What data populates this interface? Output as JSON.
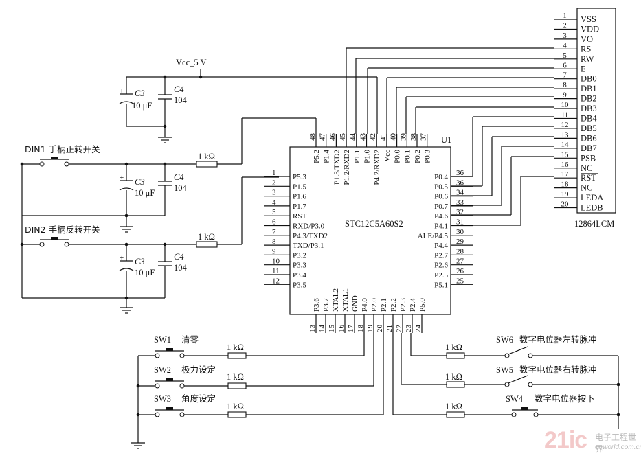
{
  "power": {
    "vcc_label": "Vcc_5 V"
  },
  "capacitors": {
    "top": {
      "c3_name": "C3",
      "c3_value": "10 μF",
      "c4_name": "C4",
      "c4_value": "104"
    },
    "din1": {
      "c3_name": "C3",
      "c3_value": "10 μF",
      "c4_name": "C4",
      "c4_value": "104"
    },
    "din2": {
      "c3_name": "C3",
      "c3_value": "10 μF",
      "c4_name": "C4",
      "c4_value": "104"
    }
  },
  "switches": {
    "din1": "DIN1 手柄正转开关",
    "din2": "DIN2 手柄反转开关",
    "sw1": {
      "name": "SW1",
      "desc": "清零"
    },
    "sw2": {
      "name": "SW2",
      "desc": "极力设定"
    },
    "sw3": {
      "name": "SW3",
      "desc": "角度设定"
    },
    "sw4": {
      "name": "SW4",
      "desc": "数字电位器按下"
    },
    "sw5": {
      "name": "SW5",
      "desc": "数字电位器右转脉冲"
    },
    "sw6": {
      "name": "SW6",
      "desc": "数字电位器左转脉冲"
    }
  },
  "resistor_label": "1 kΩ",
  "mcu": {
    "ref": "U1",
    "part": "STC12C5A60S2",
    "left_pins": [
      {
        "num": "1",
        "name": "P5.3"
      },
      {
        "num": "2",
        "name": "P1.5"
      },
      {
        "num": "3",
        "name": "P1.6"
      },
      {
        "num": "4",
        "name": "P1.7"
      },
      {
        "num": "5",
        "name": "RST"
      },
      {
        "num": "6",
        "name": "RXD/P3.0"
      },
      {
        "num": "7",
        "name": "P4.3/TXD2"
      },
      {
        "num": "8",
        "name": "TXD/P3.1"
      },
      {
        "num": "9",
        "name": "P3.2"
      },
      {
        "num": "10",
        "name": "P3.3"
      },
      {
        "num": "11",
        "name": "P3.4"
      },
      {
        "num": "12",
        "name": "P3.5"
      }
    ],
    "right_pins": [
      {
        "num": "36",
        "name": "P0.4"
      },
      {
        "num": "36",
        "name": "P0.5"
      },
      {
        "num": "34",
        "name": "P0.6"
      },
      {
        "num": "33",
        "name": "P0.7"
      },
      {
        "num": "32",
        "name": "P4.6"
      },
      {
        "num": "31",
        "name": "P4.1"
      },
      {
        "num": "30",
        "name": "ALE/P4.5"
      },
      {
        "num": "29",
        "name": "P4.4"
      },
      {
        "num": "28",
        "name": "P2.7"
      },
      {
        "num": "27",
        "name": "P2.6"
      },
      {
        "num": "26",
        "name": "P2.5"
      },
      {
        "num": "25",
        "name": "P5.1"
      }
    ],
    "top_pins": [
      {
        "num": "48",
        "name": "P5.2"
      },
      {
        "num": "47",
        "name": "P1.4"
      },
      {
        "num": "46",
        "name": "P1.3/TXD2"
      },
      {
        "num": "45",
        "name": "P1.2/RXD2"
      },
      {
        "num": "44",
        "name": "P1.1"
      },
      {
        "num": "43",
        "name": "P1.0"
      },
      {
        "num": "42",
        "name": "P4.2/RXD2"
      },
      {
        "num": "41",
        "name": "Vcc"
      },
      {
        "num": "40",
        "name": "P0.0"
      },
      {
        "num": "39",
        "name": "P0.1"
      },
      {
        "num": "38",
        "name": "P0.2"
      },
      {
        "num": "37",
        "name": "P0.3"
      }
    ],
    "bottom_pins": [
      {
        "num": "13",
        "name": "P3.6"
      },
      {
        "num": "14",
        "name": "P3.7"
      },
      {
        "num": "15",
        "name": "XTAL2"
      },
      {
        "num": "16",
        "name": "XTAL1"
      },
      {
        "num": "17",
        "name": "GND"
      },
      {
        "num": "18",
        "name": "P4.0"
      },
      {
        "num": "19",
        "name": "P2.0"
      },
      {
        "num": "20",
        "name": "P2.1"
      },
      {
        "num": "21",
        "name": "P2.2"
      },
      {
        "num": "22",
        "name": "P2.3"
      },
      {
        "num": "23",
        "name": "P2.4"
      },
      {
        "num": "24",
        "name": "P5.0"
      }
    ]
  },
  "lcm": {
    "name": "12864LCM",
    "pins": [
      {
        "num": "1",
        "name": "VSS"
      },
      {
        "num": "2",
        "name": "VDD"
      },
      {
        "num": "3",
        "name": "VO"
      },
      {
        "num": "4",
        "name": "RS"
      },
      {
        "num": "5",
        "name": "RW"
      },
      {
        "num": "6",
        "name": "E"
      },
      {
        "num": "7",
        "name": "DB0"
      },
      {
        "num": "8",
        "name": "DB1"
      },
      {
        "num": "9",
        "name": "DB2"
      },
      {
        "num": "10",
        "name": "DB3"
      },
      {
        "num": "11",
        "name": "DB4"
      },
      {
        "num": "12",
        "name": "DB5"
      },
      {
        "num": "13",
        "name": "DB6"
      },
      {
        "num": "14",
        "name": "DB7"
      },
      {
        "num": "15",
        "name": "PSB"
      },
      {
        "num": "16",
        "name": "NC"
      },
      {
        "num": "17",
        "name": "RST"
      },
      {
        "num": "18",
        "name": "NC"
      },
      {
        "num": "19",
        "name": "LEDA"
      },
      {
        "num": "20",
        "name": "LEDB"
      }
    ]
  },
  "watermark": {
    "big": "21ic",
    "name": "电子工程世界",
    "site": "eeworld.com.cn"
  }
}
